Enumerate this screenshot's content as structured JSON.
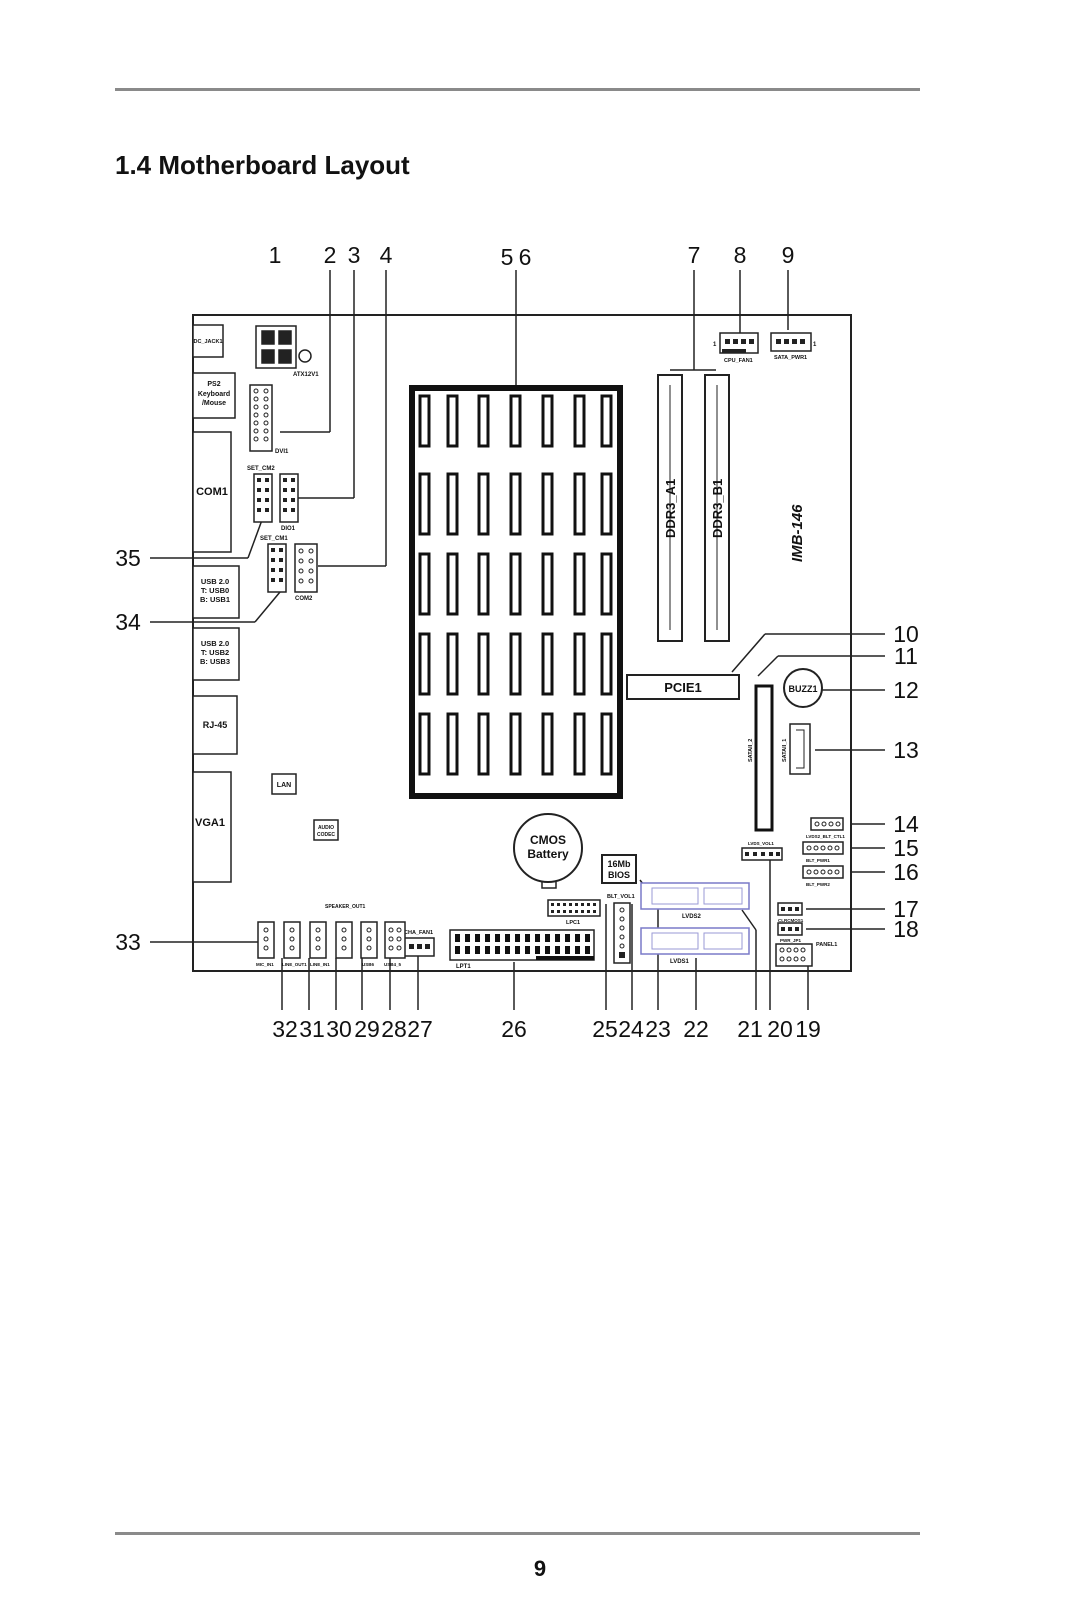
{
  "section_title": "1.4  Motherboard Layout",
  "page_number": "9",
  "board_model": "IMB-146",
  "callouts": [
    "1",
    "2",
    "3",
    "4",
    "5",
    "6",
    "7",
    "8",
    "9",
    "10",
    "11",
    "12",
    "13",
    "14",
    "15",
    "16",
    "17",
    "18",
    "19",
    "20",
    "21",
    "22",
    "23",
    "24",
    "25",
    "26",
    "27",
    "28",
    "29",
    "30",
    "31",
    "32",
    "33",
    "34",
    "35"
  ],
  "io_ports": {
    "dc_jack": "DC_JACK1",
    "ps2_line1": "PS2",
    "ps2_line2": "Keyboard",
    "ps2_line3": "/Mouse",
    "com1": "COM1",
    "usb01_line1": "USB 2.0",
    "usb01_line2": "T: USB0",
    "usb01_line3": "B: USB1",
    "usb23_line1": "USB 2.0",
    "usb23_line2": "T: USB2",
    "usb23_line3": "B: USB3",
    "rj45": "RJ-45",
    "vga": "VGA1"
  },
  "headers": {
    "atx12v": "ATX12V1",
    "dvi": "DVI1",
    "set_cm2": "SET_CM2",
    "dio": "DIO1",
    "set_cm1": "SET_CM1",
    "com2": "COM2",
    "cpu_fan": "CPU_FAN1",
    "sata_pwr": "SATA_PWR1",
    "ddr_a": "DDR3_A1",
    "ddr_b": "DDR3_B1",
    "pcie": "PCIE1",
    "buzzer": "BUZZ1",
    "sata2": "SATAII_2",
    "sata1": "SATAII_1",
    "lan_chip": "LAN",
    "audio_line1": "AUDIO",
    "audio_line2": "CODEC",
    "cmos_line1": "CMOS",
    "cmos_line2": "Battery",
    "bios_line1": "16Mb",
    "bios_line2": "BIOS",
    "lvds_vol": "LVDS_VOL1",
    "lvds2_blt": "LVDS2_BLT_CTL1",
    "blt_pwr1": "BLT_PWR1",
    "blt_pwr2": "BLT_PWR2",
    "clrcmos": "CLRCMOS1",
    "pwr_jp": "PWR_JP1",
    "panel": "PANEL1",
    "lvds1": "LVDS1",
    "lvds2": "LVDS2",
    "blt_vol": "BLT_VOL1",
    "lpc": "LPC1",
    "lpt": "LPT1",
    "cha_fan": "CHA_FAN1",
    "speaker_out": "SPEAKER_OUT1",
    "mic_in": "MIC_IN1",
    "line_out": "LINE_OUT1",
    "line_in": "LINE_IN1",
    "usb6": "USB6",
    "usb4_5": "USB4_5",
    "pin1": "1"
  }
}
